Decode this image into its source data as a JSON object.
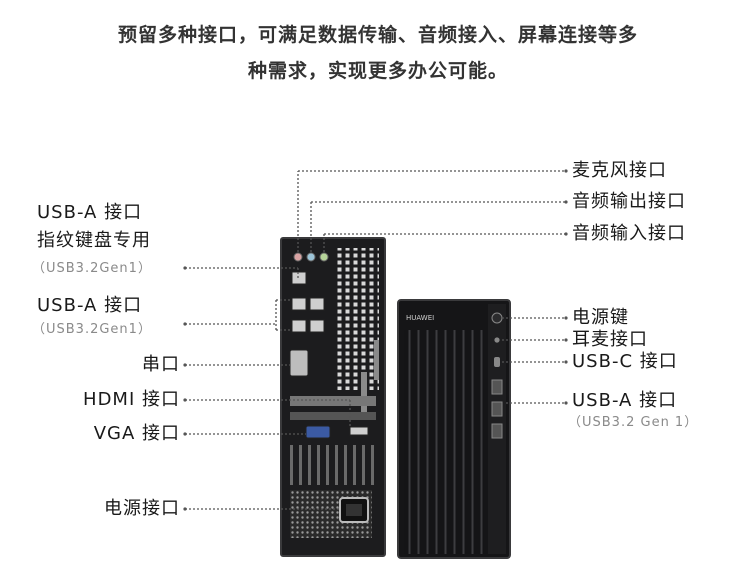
{
  "headline": {
    "line1": "预留多种接口，可满足数据传输、音频接入、屏幕连接等多",
    "line2": "种需求，实现更多办公可能。"
  },
  "left_labels": {
    "usb_a_fingerprint_title": "USB-A 接口",
    "usb_a_fingerprint_desc": "指纹键盘专用",
    "usb_a_fingerprint_spec": "（USB3.2Gen1）",
    "usb_a_title": "USB-A 接口",
    "usb_a_spec": "（USB3.2Gen1）",
    "serial": "串口",
    "hdmi": "HDMI 接口",
    "vga": "VGA 接口",
    "power_port": "电源接口"
  },
  "right_labels": {
    "mic": "麦克风接口",
    "audio_out": "音频输出接口",
    "audio_in": "音频输入接口",
    "power_button": "电源键",
    "headset": "耳麦接口",
    "usb_c": "USB-C 接口",
    "usb_a_front": "USB-A 接口",
    "usb_a_front_spec": "（USB3.2 Gen 1）"
  },
  "device": {
    "brand_logo_text": "HUAWEI"
  },
  "colors": {
    "chassis": "#1c1c1e",
    "chassis_edge": "#3a3a3c",
    "leader_line": "#555555"
  }
}
